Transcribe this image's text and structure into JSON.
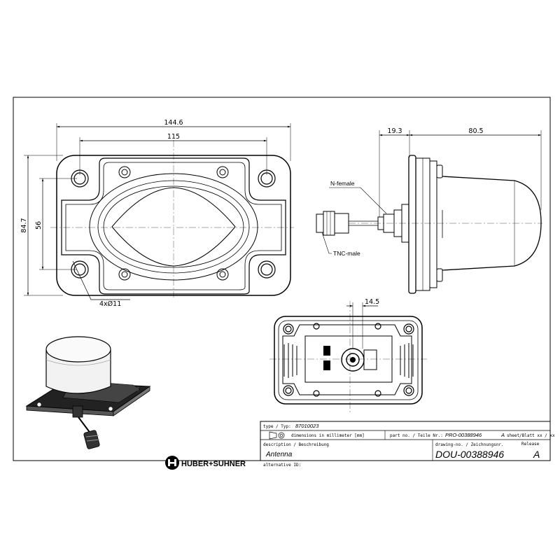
{
  "dimensions": {
    "overall_width": "144.6",
    "hole_spacing_x": "115",
    "overall_height": "84.7",
    "hole_spacing_y": "56",
    "holes": "4xØ11",
    "side_offset": "19.3",
    "side_height": "80.5",
    "connector_offset": "14.5"
  },
  "callouts": {
    "n_female": "N-female",
    "tnc_male": "TNC-male"
  },
  "title_block": {
    "type_label": "type / Typ:",
    "type_value": "87010023",
    "units_text": "dimensions in millimeter [mm]",
    "part_label": "part no. / Teile Nr.:",
    "part_value": "PRO-00388946",
    "part_rev": "A",
    "sheet_text": "sheet/Blatt xx / xx",
    "description_label": "description / Beschreibung",
    "description_value": "Antenna",
    "drawing_label": "drawing-no. / Zeichnungsnr.",
    "drawing_value": "DOU-00388946",
    "release_label": "Release",
    "release_value": "A",
    "alternative_label": "alternative ID:"
  },
  "logo": {
    "text": "HUBER+SUHNER"
  }
}
